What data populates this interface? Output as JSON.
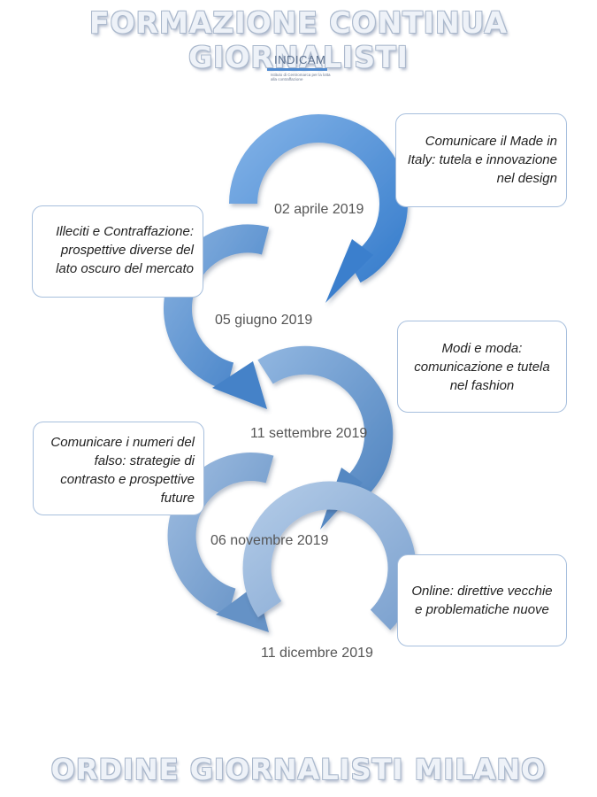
{
  "header": {
    "title": "FORMAZIONE CONTINUA GIORNALISTI"
  },
  "logo": {
    "name": "INDICAM",
    "subtitle": "Istituto di Centromarca per la lotta alla contraffazione"
  },
  "footer": {
    "title": "ORDINE GIORNALISTI MILANO"
  },
  "colors": {
    "arrow_dark": "#3b7fcf",
    "arrow_light": "#9fbfe3",
    "box_border": "#a7bfdd",
    "title_fill": "#eef2f8"
  },
  "events": [
    {
      "date": "02 aprile 2019",
      "topic": "Comunicare il Made in Italy: tutela e innovazione nel design"
    },
    {
      "date": "05 giugno 2019",
      "topic": "Illeciti e Contraffazione: prospettive diverse del lato oscuro del mercato"
    },
    {
      "date": "11 settembre 2019",
      "topic": "Modi e moda: comunicazione e tutela nel fashion"
    },
    {
      "date": "06 novembre 2019",
      "topic": "Comunicare i numeri del falso: strategie di contrasto e prospettive future"
    },
    {
      "date": "11 dicembre 2019",
      "topic": "Online: direttive vecchie e problematiche nuove"
    }
  ]
}
